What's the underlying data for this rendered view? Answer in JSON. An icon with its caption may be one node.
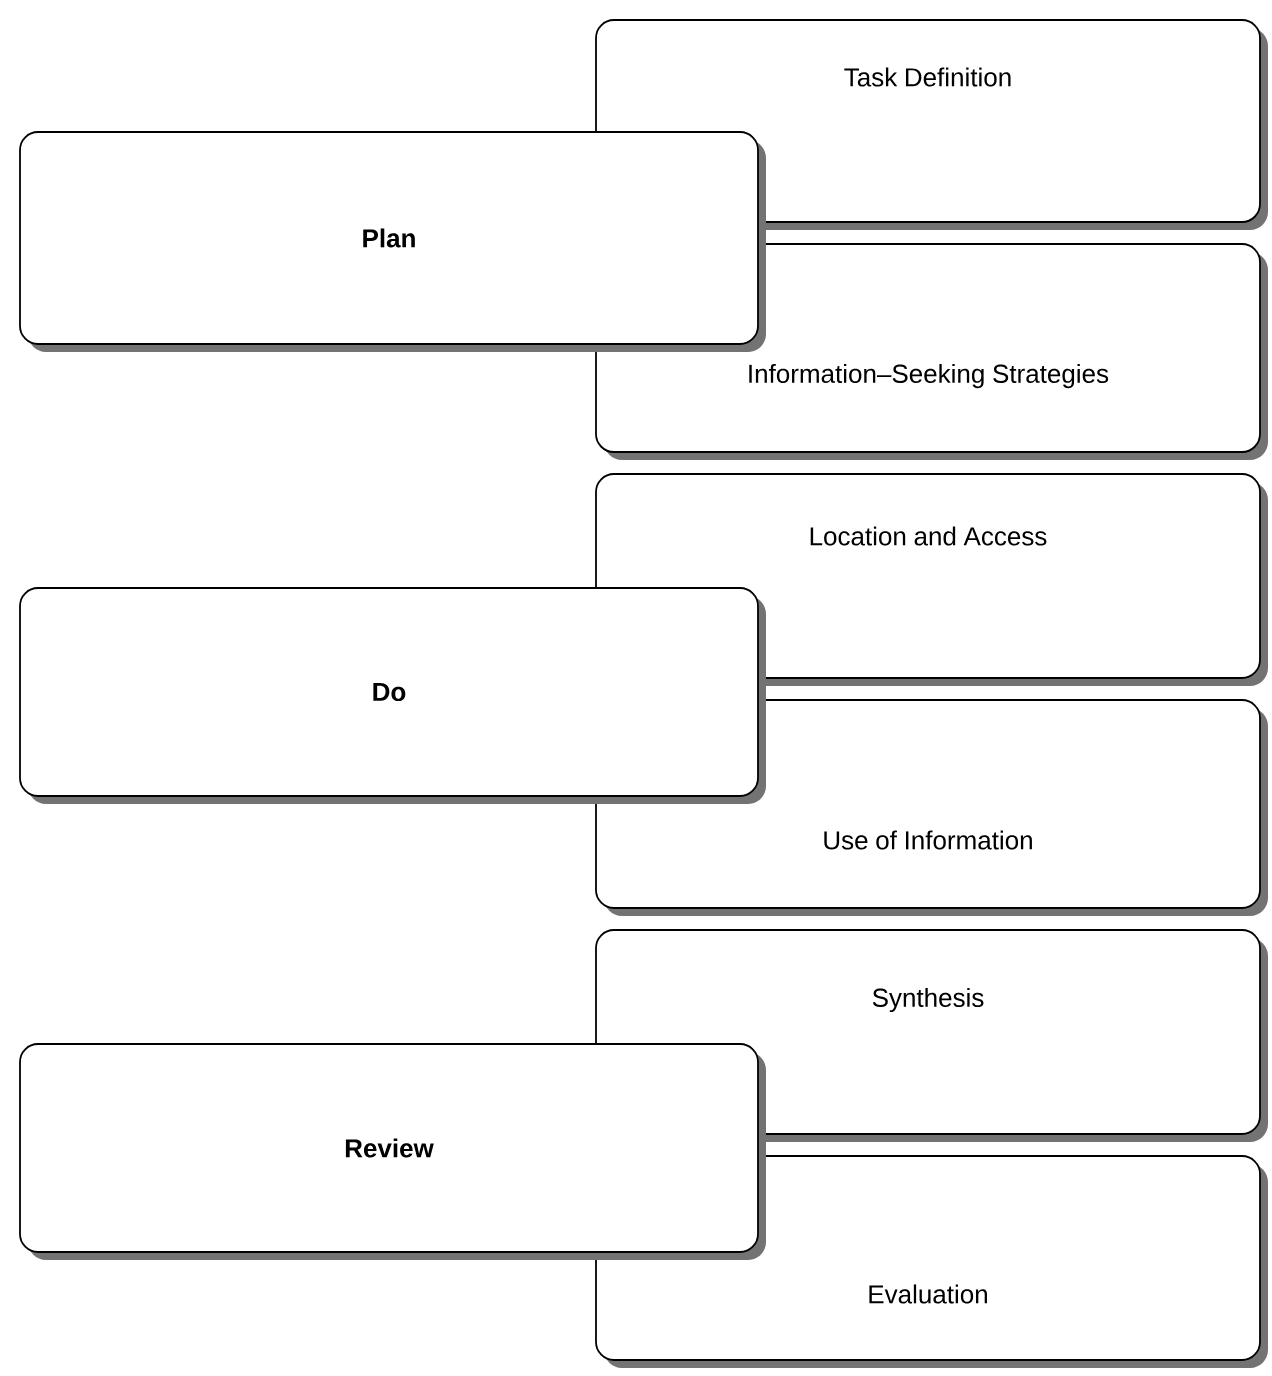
{
  "diagram": {
    "nodes": [
      {
        "text": [
          "Plan"
        ]
      },
      {
        "text": [
          "Task Definition"
        ]
      },
      {
        "text": [
          "Information–Seeking Strategies"
        ]
      },
      {
        "text": [
          "Do"
        ]
      },
      {
        "text": [
          "Location and Access"
        ]
      },
      {
        "text": [
          "Use of Information"
        ]
      },
      {
        "text": [
          "Review"
        ]
      },
      {
        "text": [
          "Synthesis"
        ]
      },
      {
        "text": [
          "Evaluation"
        ]
      }
    ]
  }
}
